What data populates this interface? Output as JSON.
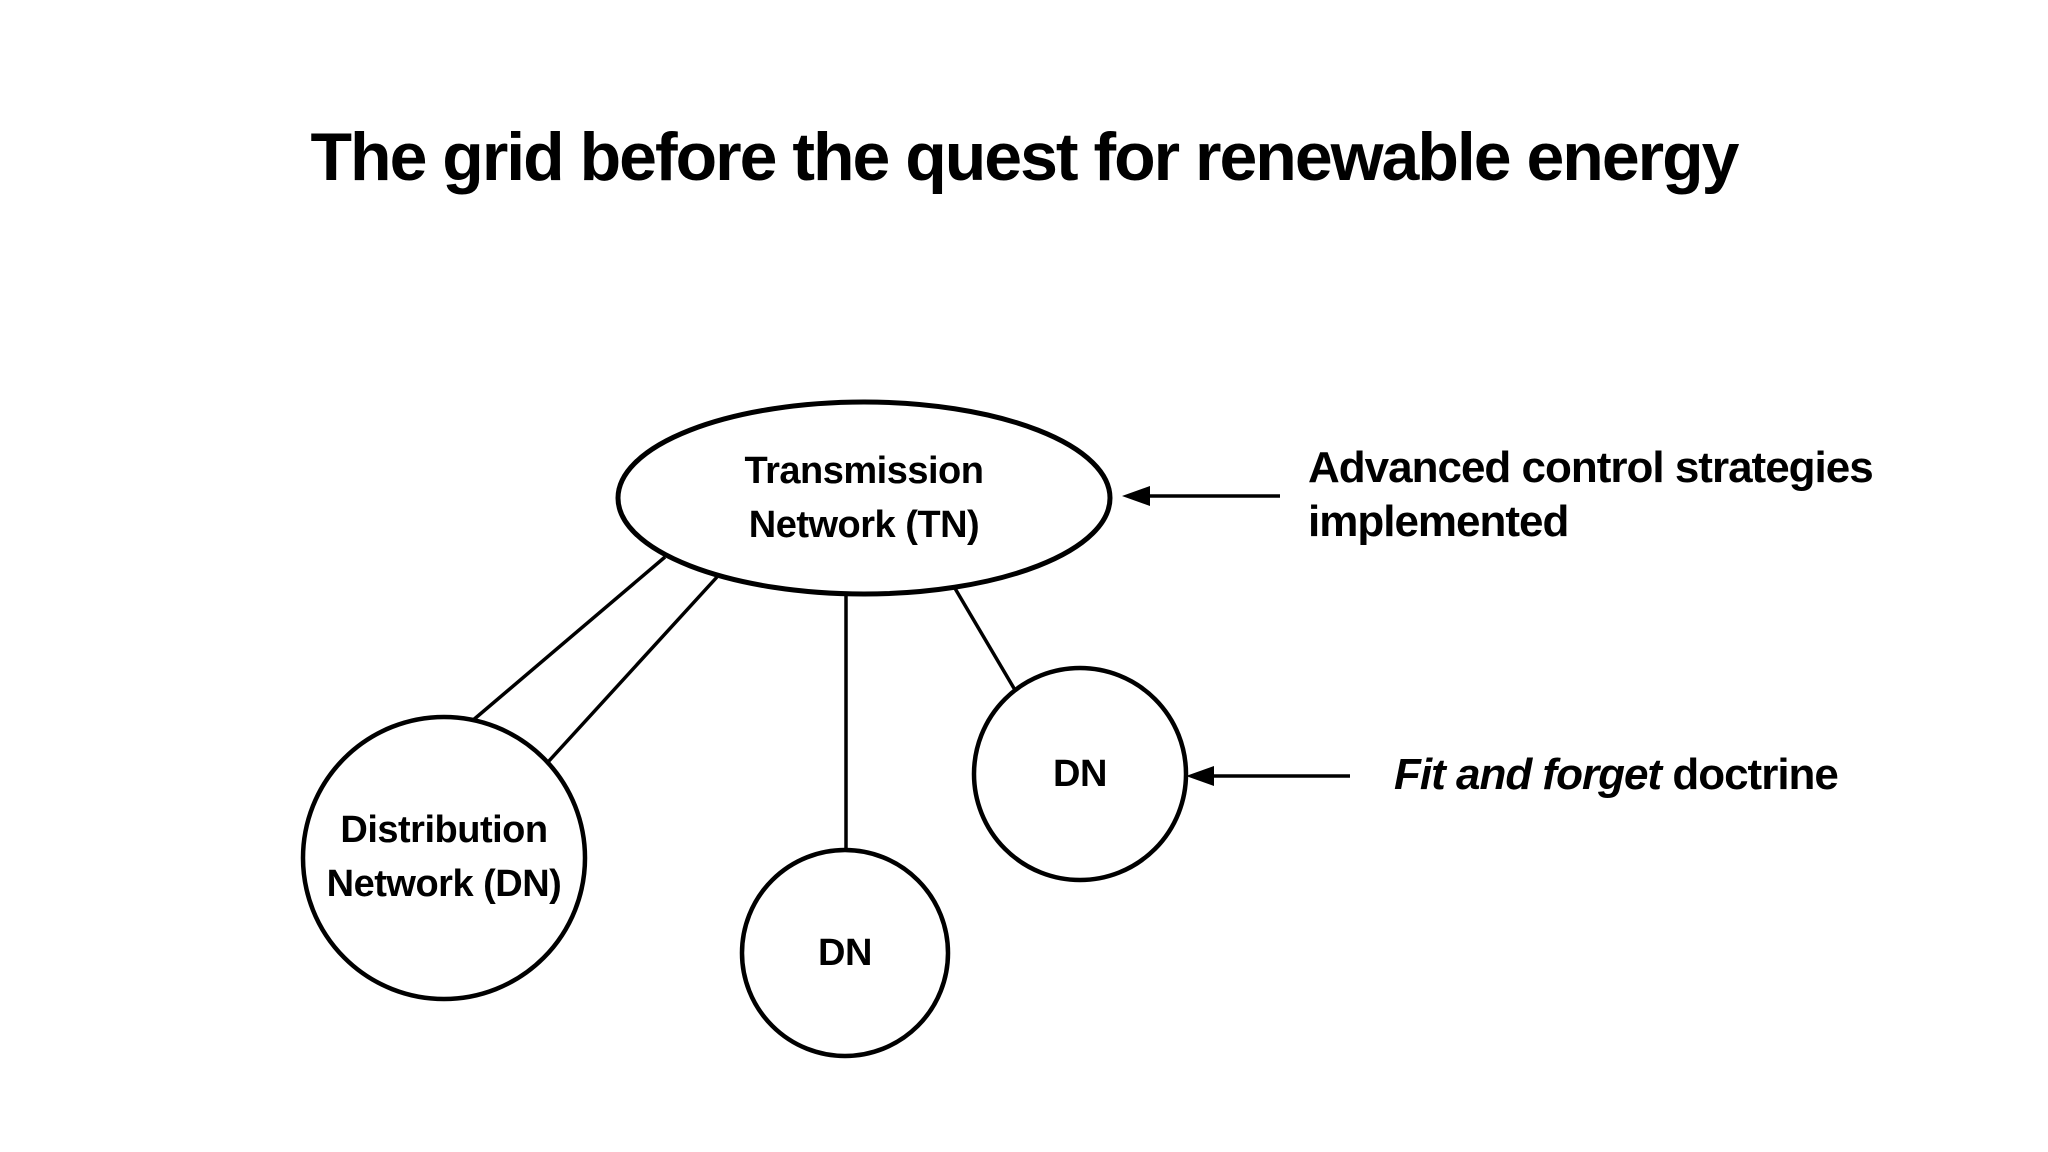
{
  "page": {
    "background_color": "#ffffff",
    "ink_color": "#000000"
  },
  "title": {
    "text": "The grid before the quest for renewable energy"
  },
  "diagram": {
    "nodes": [
      {
        "id": "transmission-network",
        "shape": "ellipse",
        "lines": [
          "Transmission",
          "Network (TN)"
        ]
      },
      {
        "id": "distribution-network-left",
        "shape": "circle",
        "lines": [
          "Distribution",
          "Network (DN)"
        ]
      },
      {
        "id": "distribution-network-middle",
        "shape": "circle",
        "label": "DN"
      },
      {
        "id": "distribution-network-right",
        "shape": "circle",
        "label": "DN"
      }
    ],
    "annotations": [
      {
        "id": "advanced-control",
        "lines": [
          "Advanced control strategies",
          "implemented"
        ],
        "points_to": "transmission-network"
      },
      {
        "id": "fit-and-forget",
        "italic_text": "Fit and forget",
        "regular_text": " doctrine",
        "points_to": "distribution-network-right"
      }
    ]
  }
}
